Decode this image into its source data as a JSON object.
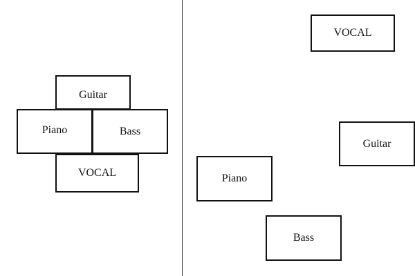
{
  "colors": {
    "background": "#ffffff",
    "border": "#111111",
    "divider": "#333333"
  },
  "left_panel": {
    "guitar": "Guitar",
    "piano": "Piano",
    "bass": "Bass",
    "vocal": "VOCAL"
  },
  "right_panel": {
    "vocal": "VOCAL",
    "guitar": "Guitar",
    "piano": "Piano",
    "bass": "Bass"
  }
}
